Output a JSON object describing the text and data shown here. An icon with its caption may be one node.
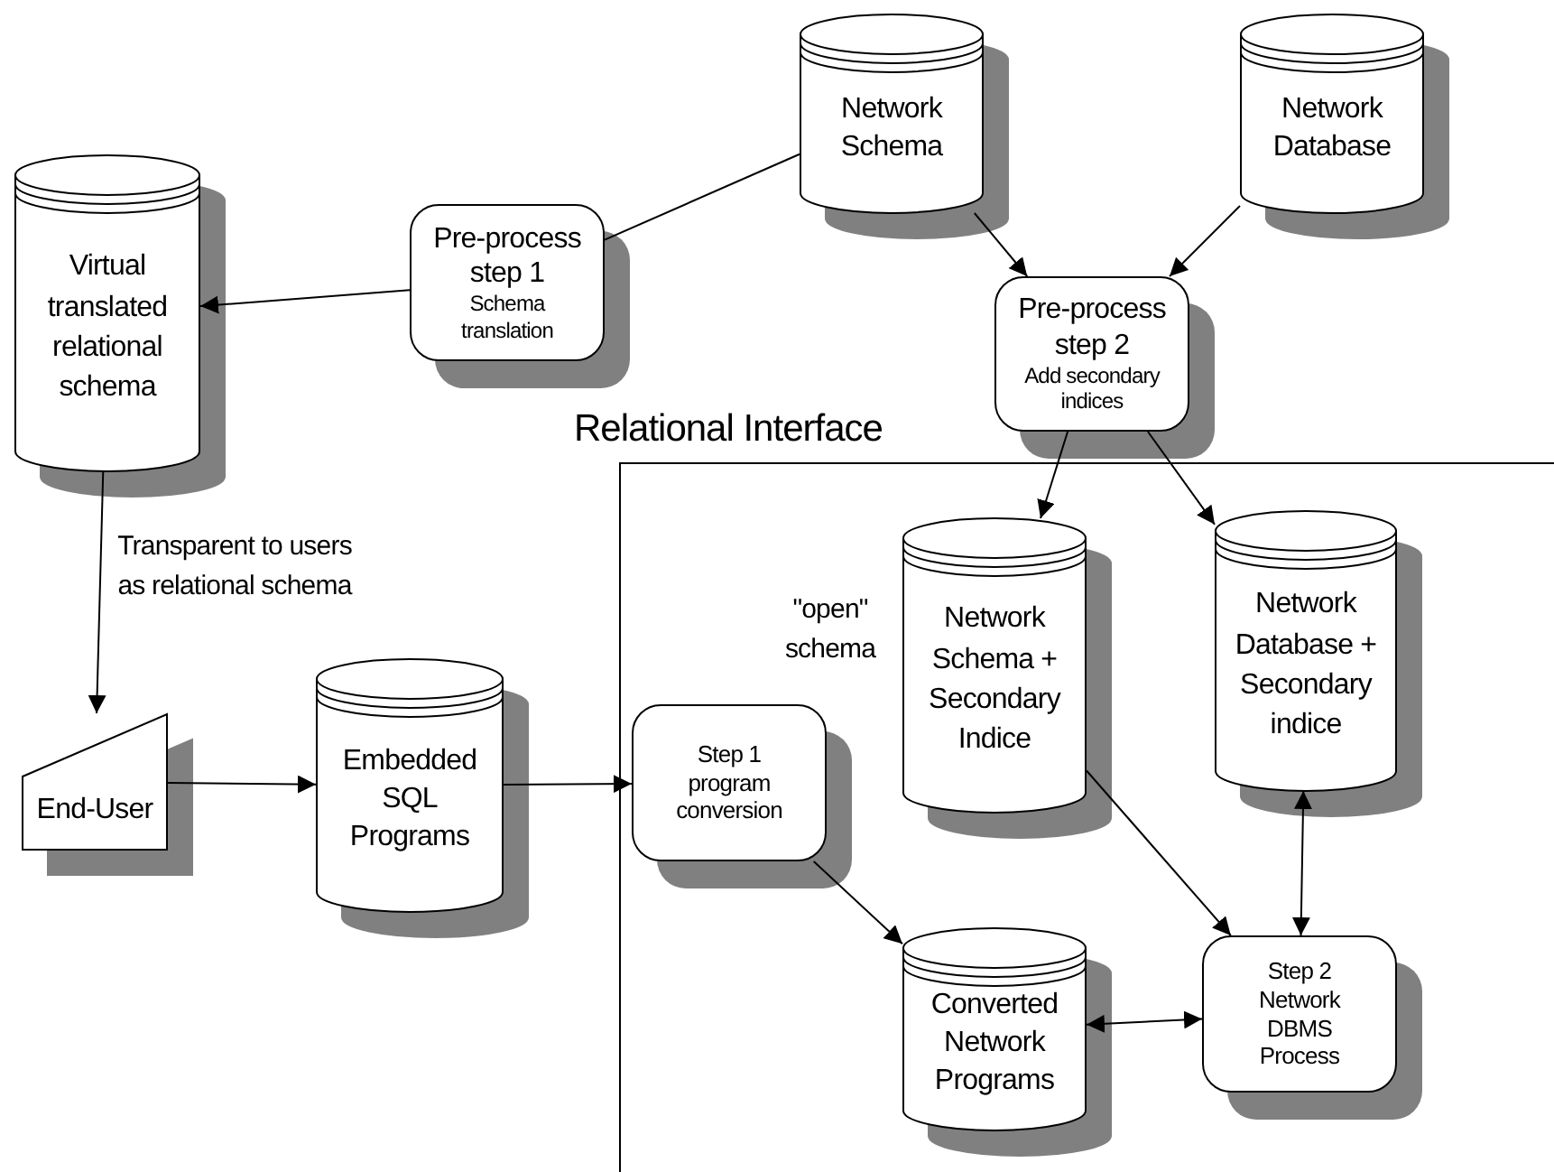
{
  "diagram": {
    "nodes": [
      {
        "text": [
          "Network Schema"
        ]
      },
      {
        "text": [
          "Network Database"
        ]
      },
      {
        "text": [
          "Virtual translated relational schema"
        ]
      },
      {
        "text": [
          "Pre-process step 1",
          "Schema translation"
        ]
      },
      {
        "text": [
          "Pre-process step 2",
          "Add secondary indices"
        ]
      },
      {
        "text": [
          "Relational Interface"
        ]
      },
      {
        "text": [
          "Network Schema + Secondary Indice"
        ],
        "in": 5
      },
      {
        "text": [
          "Network Database + Secondary indice"
        ],
        "in": 5
      },
      {
        "text": [
          "End-User"
        ]
      },
      {
        "text": [
          "Embedded SQL Programs"
        ]
      },
      {
        "text": [
          "Step 1 program conversion"
        ],
        "in": 5
      },
      {
        "text": [
          "Converted Network Programs"
        ],
        "in": 5
      },
      {
        "text": [
          "Step 2 Network DBMS Process"
        ],
        "in": 5
      }
    ],
    "edges": [
      {
        "from": 0,
        "to": 3,
        "arrow": "none"
      },
      {
        "from": 3,
        "to": 2,
        "arrow": "to"
      },
      {
        "from": 0,
        "to": 4,
        "arrow": "to"
      },
      {
        "from": 1,
        "to": 4,
        "arrow": "to"
      },
      {
        "from": 4,
        "to": 6,
        "arrow": "to"
      },
      {
        "from": 4,
        "to": 7,
        "arrow": "to"
      },
      {
        "from": 2,
        "to": 8,
        "arrow": "to"
      },
      {
        "from": 8,
        "to": 9,
        "arrow": "to"
      },
      {
        "from": 9,
        "to": 10,
        "arrow": "to"
      },
      {
        "from": 10,
        "to": 11,
        "arrow": "to"
      },
      {
        "from": 6,
        "to": 12,
        "arrow": "to"
      },
      {
        "from": 12,
        "to": 7,
        "arrow": "both"
      },
      {
        "from": 11,
        "to": 12,
        "arrow": "both"
      }
    ],
    "labels": [
      "Transparent to users as relational schema",
      "\"open\" schema"
    ]
  }
}
